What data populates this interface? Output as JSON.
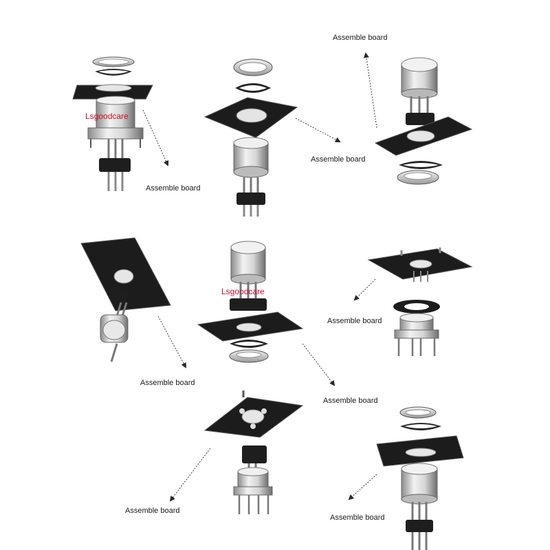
{
  "watermark": "Lsgoodcare",
  "label_text": "Assemble board",
  "diagrams": [
    {
      "id": "d1",
      "label": "Assemble board",
      "watermark": "Lsgoodcare"
    },
    {
      "id": "d2",
      "label": "Assemble board"
    },
    {
      "id": "d3",
      "label": "Assemble board"
    },
    {
      "id": "d4",
      "label": "Assemble board"
    },
    {
      "id": "d5",
      "label": "Assemble board",
      "watermark": "Lsgoodcare"
    },
    {
      "id": "d6",
      "label": "Assemble board"
    },
    {
      "id": "d7",
      "label": "Assemble board"
    },
    {
      "id": "d8",
      "label": "Assemble board"
    }
  ],
  "colors": {
    "panel": "#1c1c1c",
    "panel_edge": "#4a4a4a",
    "metal_light": "#eeeeee",
    "metal_mid": "#bdbdbd",
    "metal_dark": "#7a7a7a",
    "watermark": "#c8102e"
  }
}
